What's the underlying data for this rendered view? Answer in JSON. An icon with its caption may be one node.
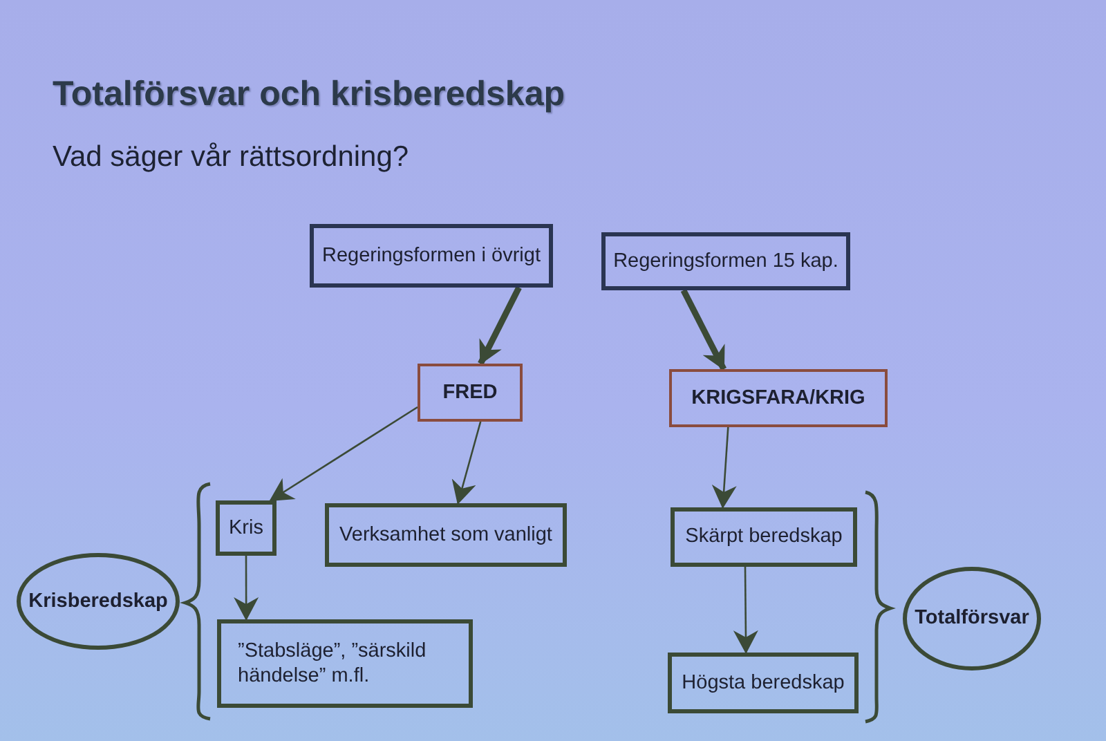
{
  "diagram": {
    "title": "Totalförsvar och krisberedskap",
    "caption": "Vad säger vår rättsordning?",
    "nodes": [
      {
        "text": [
          "Regeringsformen i övrigt"
        ]
      },
      {
        "text": [
          "Regeringsformen 15 kap."
        ]
      },
      {
        "text": [
          "FRED"
        ]
      },
      {
        "text": [
          "KRIGSFARA/KRIG"
        ]
      },
      {
        "text": [
          "Krisberedskap"
        ]
      },
      {
        "text": [
          "Kris"
        ]
      },
      {
        "text": [
          "Verksamhet som vanligt"
        ]
      },
      {
        "text": [
          "Skärpt beredskap"
        ]
      },
      {
        "text": [
          "”Stabsläge”, ”särskild händelse” m.fl."
        ]
      },
      {
        "text": [
          "Högsta beredskap"
        ]
      },
      {
        "text": [
          "Totalförsvar"
        ]
      }
    ],
    "edges": [
      {
        "from": 0,
        "to": 2,
        "arrow": "to",
        "style": "thick"
      },
      {
        "from": 1,
        "to": 3,
        "arrow": "to",
        "style": "thick"
      },
      {
        "from": 2,
        "to": 5,
        "arrow": "to"
      },
      {
        "from": 2,
        "to": 6,
        "arrow": "to"
      },
      {
        "from": 3,
        "to": 7,
        "arrow": "to"
      },
      {
        "from": 5,
        "to": 8,
        "arrow": "to"
      },
      {
        "from": 7,
        "to": 9,
        "arrow": "to"
      }
    ]
  }
}
